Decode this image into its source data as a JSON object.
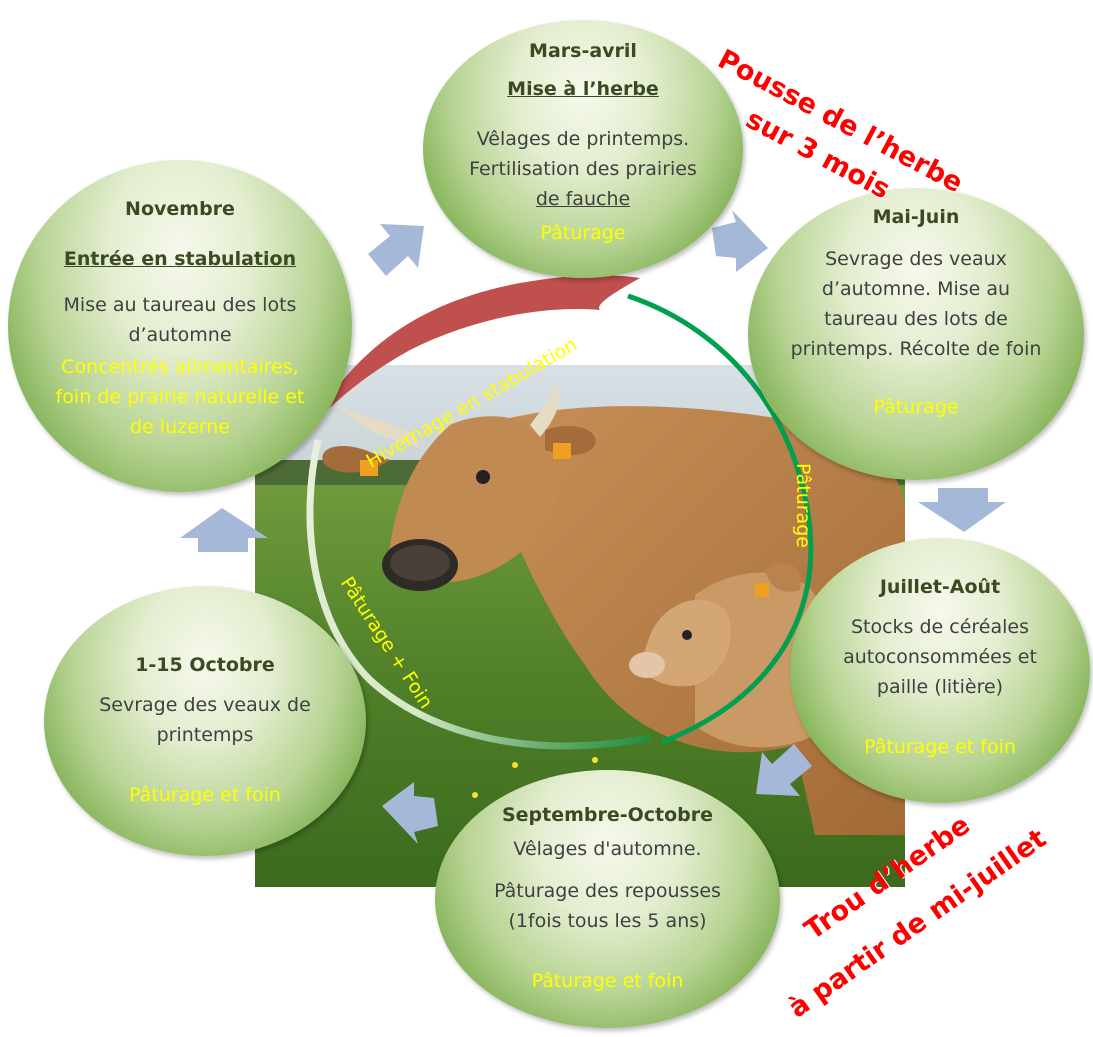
{
  "bubbles": {
    "mars_avril": {
      "period": "Mars-avril",
      "subtitle": "Mise à l’herbe",
      "line1": "Vêlages de printemps.",
      "line2": "Fertilisation des prairies",
      "line3": "de fauche",
      "feed": "Pâturage"
    },
    "mai_juin": {
      "period": "Mai-Juin",
      "line1": "Sevrage des veaux",
      "line2": "d’automne. Mise au",
      "line3": "taureau des lots de",
      "line4": "printemps. Récolte de foin",
      "feed": "Pâturage"
    },
    "juillet_aout": {
      "period": "Juillet-Août",
      "line1": "Stocks de céréales",
      "line2": "autoconsommées et",
      "line3": "paille (litière)",
      "feed": "Pâturage et foin"
    },
    "septembre_octobre": {
      "period": "Septembre-Octobre",
      "line1": "Vêlages d'automne.",
      "line2": "Pâturage des repousses",
      "line3": "(1fois tous les 5 ans)",
      "feed": "Pâturage et foin"
    },
    "octobre_1_15": {
      "period": "1-15 Octobre",
      "line1": "Sevrage des veaux de",
      "line2": "printemps",
      "feed": "Pâturage et foin"
    },
    "novembre": {
      "period": "Novembre",
      "subtitle": "Entrée en stabulation",
      "line1": "Mise au taureau des lots",
      "line2": "d’automne",
      "feed1": "Concentrés alimentaires,",
      "feed2": "foin de prairie naturelle et",
      "feed3": "de luzerne"
    }
  },
  "ring_labels": {
    "winter": "Hivernage en stabulation",
    "summer": "Pâturage",
    "autumn": "Pâturage + Foin"
  },
  "notes": {
    "grass_growth_1": "Pousse de l’herbe",
    "grass_growth_2": "sur 3 mois",
    "grass_gap_1": "Trou d’herbe",
    "grass_gap_2": "à partir de mi-juillet"
  },
  "colors": {
    "red_note": "#ff0000",
    "feed_text": "#ffff00",
    "winter_arc": "#c0504d",
    "grazing_arc": "#00a050",
    "arrow": "#a5b8d8"
  }
}
